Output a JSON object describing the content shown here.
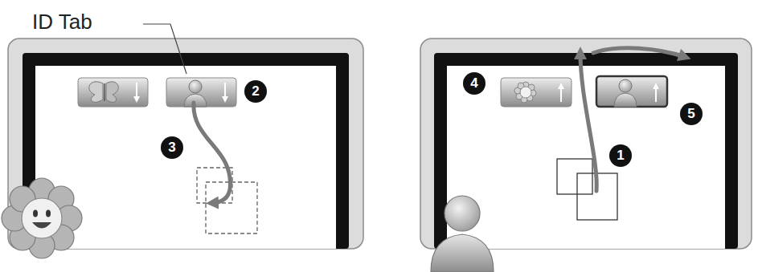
{
  "diagram": {
    "labels": [
      "ID Tab",
      "2",
      "3",
      "4",
      "5",
      "1"
    ]
  }
}
